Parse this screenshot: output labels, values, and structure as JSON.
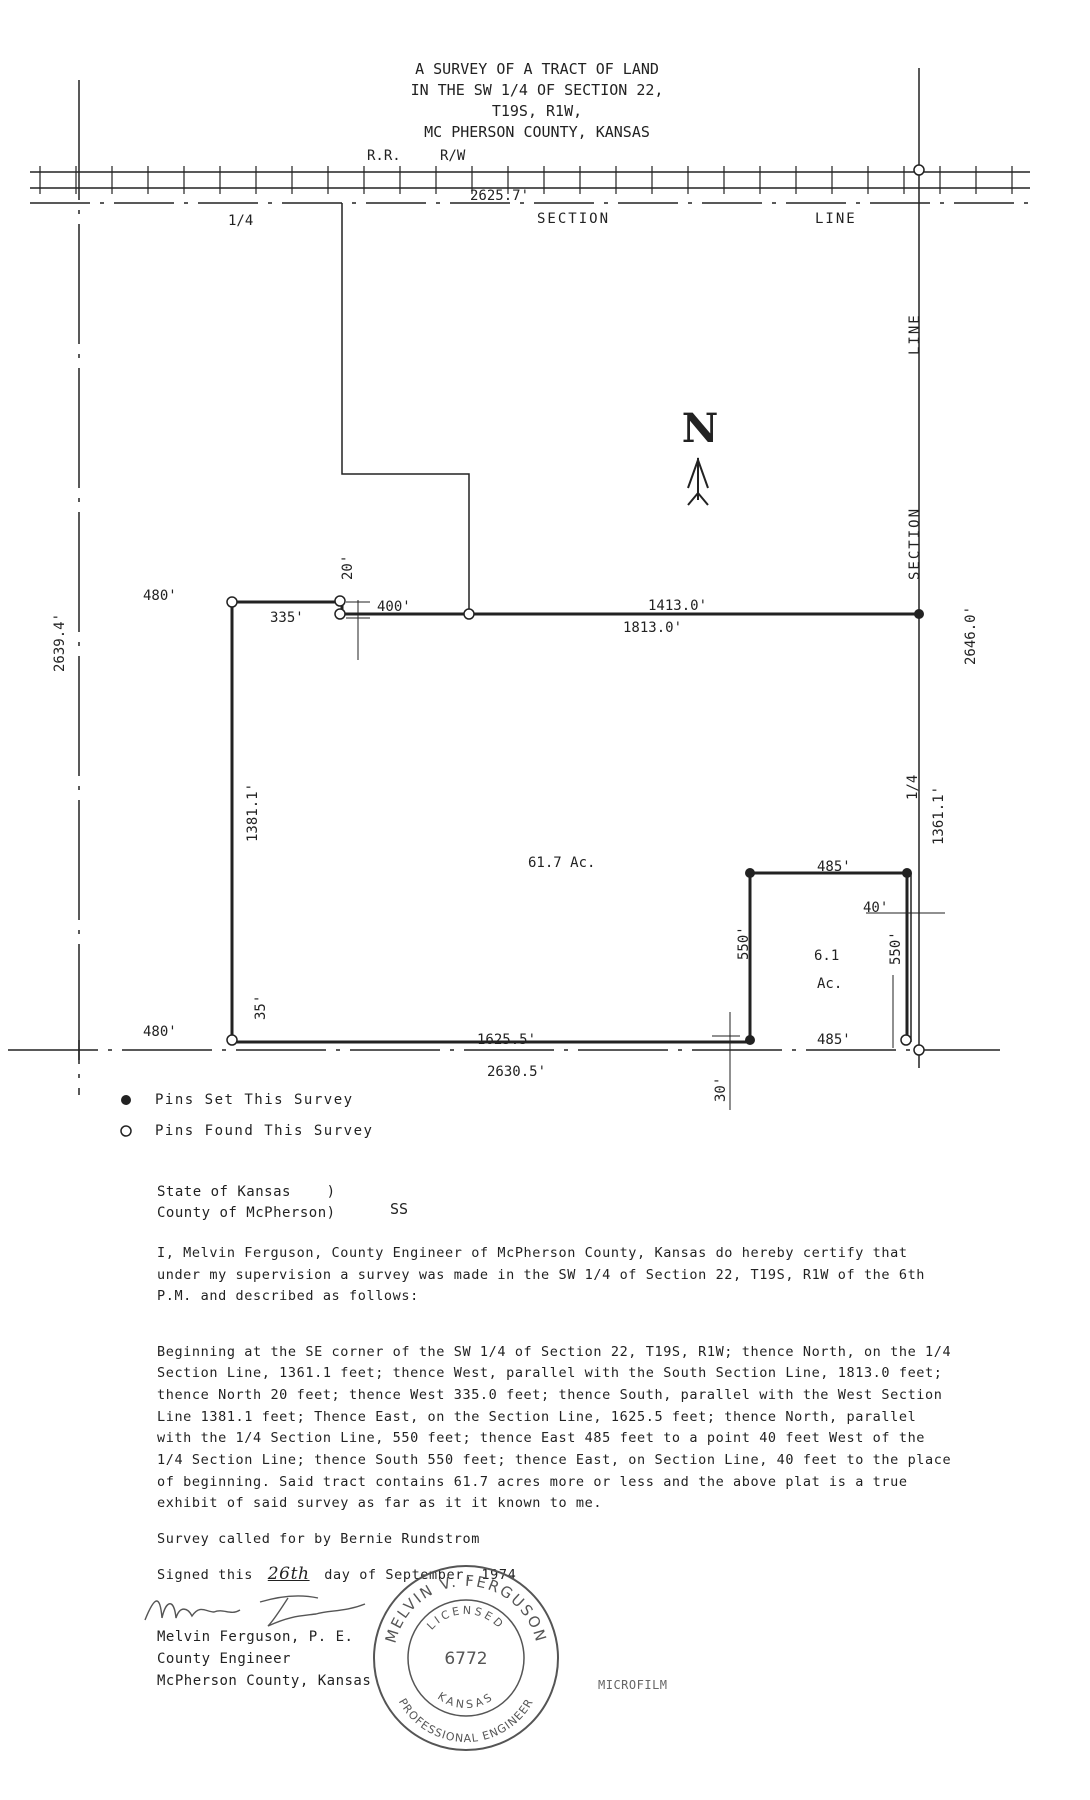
{
  "title": {
    "line1": "A SURVEY OF A TRACT OF LAND",
    "line2": "IN THE SW 1/4 OF SECTION 22,",
    "line3": "T19S, R1W,",
    "line4": "MC PHERSON COUNTY, KANSAS"
  },
  "labels": {
    "rr": "R.R.",
    "rw": "R/W",
    "top_dist": "2625.7'",
    "quarter_top": "1/4",
    "section_top": "SECTION",
    "line_top": "LINE",
    "line_right": "LINE",
    "section_right": "SECTION",
    "quarter_right": "1/4",
    "north": "N",
    "left_dist": "2639.4'",
    "right_dist": "2646.0'",
    "w480_top": "480'",
    "d335": "335'",
    "d20": "20'",
    "d400": "400'",
    "d1413": "1413.0'",
    "d1813": "1813.0'",
    "d1381": "1381.1'",
    "d1361": "1361.1'",
    "acres_main": "61.7 Ac.",
    "d485_top": "485'",
    "d40": "40'",
    "d550_left": "550'",
    "d550_right": "550'",
    "acres_small": "6.1",
    "acres_small_unit": "Ac.",
    "w480_bottom": "480'",
    "d35": "35'",
    "d1625": "1625.5'",
    "d485_bottom": "485'",
    "bottom_dist": "2630.5'",
    "d30": "30'"
  },
  "legend": {
    "set": "Pins Set This Survey",
    "found": "Pins Found This Survey"
  },
  "state": {
    "line1": "State of Kansas    )",
    "line2": "County of McPherson)",
    "ss": "SS"
  },
  "certification": "I, Melvin Ferguson, County Engineer of McPherson County, Kansas do hereby certify that under my supervision a survey was made in the SW 1/4 of Section 22, T19S, R1W of the 6th P.M. and described as follows:",
  "description": "Beginning at the SE corner of the SW 1/4 of Section 22, T19S, R1W; thence North, on the 1/4 Section Line, 1361.1 feet; thence West, parallel with the South Section Line, 1813.0 feet; thence North 20 feet; thence West 335.0 feet; thence South, parallel with the West Section Line 1381.1 feet; Thence East, on the Section Line, 1625.5 feet; thence North, parallel with the 1/4 Section Line, 550 feet; thence East 485 feet to a point 40 feet West of the 1/4 Section Line; thence South 550 feet; thence East, on Section Line, 40 feet to the place of beginning. Said tract contains 61.7 acres more or less and the above plat is a true exhibit of said survey as far as it it known to me.",
  "called_for": "Survey called for by Bernie Rundstrom",
  "signed": {
    "prefix": "Signed this",
    "day": "26th",
    "suffix": "day of September, 1974"
  },
  "engineer": {
    "name": "Melvin Ferguson, P. E.",
    "title": "County Engineer",
    "county": "McPherson County, Kansas"
  },
  "seal": {
    "name": "MELVIN V. FERGUSON",
    "licensed": "LICENSED",
    "number": "6772",
    "state": "KANSAS",
    "profession": "PROFESSIONAL ENGINEER"
  },
  "microfilm": "MICROFILM",
  "colors": {
    "ink": "#222222",
    "paper": "#ffffff",
    "stamp": "#555555"
  }
}
